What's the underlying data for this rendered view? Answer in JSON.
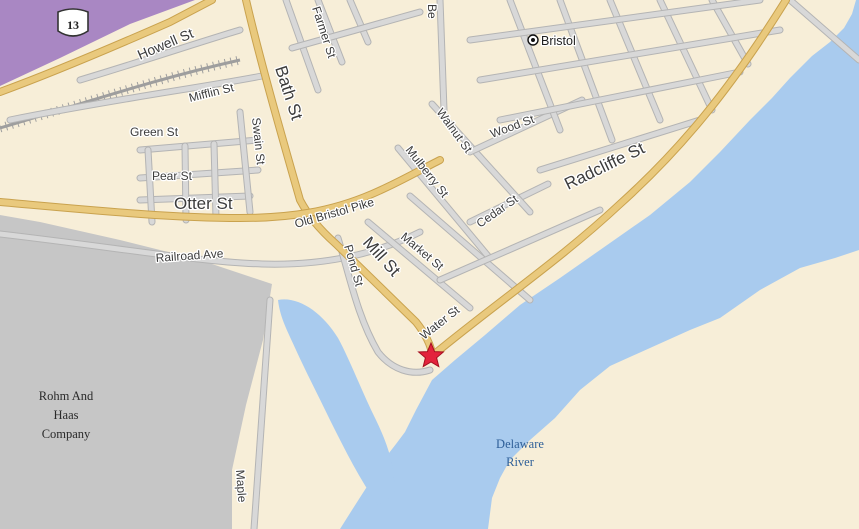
{
  "map": {
    "colors": {
      "land": "#f7eed8",
      "water": "#a9cbee",
      "industrial": "#c6c6c6",
      "highway": "#a987c3",
      "major_road": "#e9c97d",
      "street": "#d8d8d8",
      "street_casing": "#b4b4b4",
      "marker": "#e3233c"
    },
    "highway_shield": "13",
    "city": {
      "name": "Bristol",
      "icon": "city-dot-icon"
    },
    "streets": {
      "howell": "Howell St",
      "mifflin": "Mifflin St",
      "green": "Green St",
      "pear": "Pear St",
      "swain": "Swain St",
      "otter": "Otter St",
      "bath": "Bath St",
      "railroad": "Railroad Ave",
      "old_bristol": "Old Bristol Pike",
      "mill": "Mill St",
      "pond": "Pond St",
      "market": "Market St",
      "cedar": "Cedar St",
      "mulberry": "Mulberry St",
      "walnut": "Walnut St",
      "wood": "Wood St",
      "radcliffe": "Radcliffe St",
      "water_st": "Water St",
      "maple": "Maple",
      "top_a": "Farmer St",
      "top_b": "Be"
    },
    "poi": {
      "line1": "Rohm And",
      "line2": "Haas",
      "line3": "Company"
    },
    "water_label": {
      "line1": "Delaware",
      "line2": "River"
    },
    "marker": {
      "icon": "star-marker-icon"
    }
  }
}
